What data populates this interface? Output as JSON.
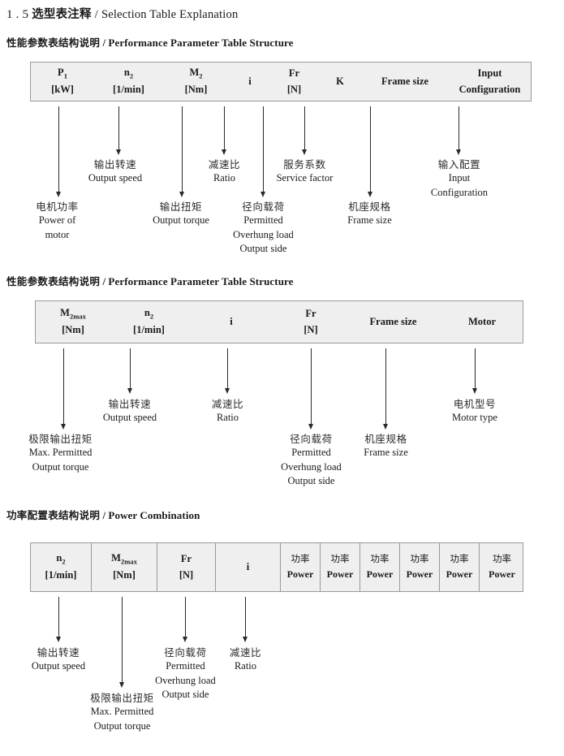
{
  "document": {
    "heading": {
      "number": "1 . 5",
      "cn": "选型表注释",
      "separator": "/",
      "en": "Selection Table Explanation"
    }
  },
  "sections": [
    {
      "title": {
        "cn": "性能参数表结构说明",
        "separator": "/",
        "en": "Performance Parameter Table Structure"
      },
      "table": {
        "divided": false,
        "columns": [
          {
            "symbol": "P",
            "sub": "1",
            "unit": "[kW]"
          },
          {
            "symbol": "n",
            "sub": "2",
            "unit": "[1/min]"
          },
          {
            "symbol": "M",
            "sub": "2",
            "unit": "[Nm]"
          },
          {
            "symbol": "i",
            "sub": "",
            "unit": ""
          },
          {
            "symbol": "Fr",
            "sub": "",
            "unit": "[N]"
          },
          {
            "symbol": "K",
            "sub": "",
            "unit": ""
          },
          {
            "symbol": "Frame size",
            "sub": "",
            "unit": ""
          },
          {
            "symbol": "Input",
            "sub": "",
            "unit": "Configuration"
          }
        ]
      },
      "notes": [
        {
          "cn": "电机功率",
          "en": [
            "Power of",
            "motor"
          ]
        },
        {
          "cn": "输出转速",
          "en": [
            "Output speed"
          ]
        },
        {
          "cn": "输出扭矩",
          "en": [
            "Output torque"
          ]
        },
        {
          "cn": "减速比",
          "en": [
            "Ratio"
          ]
        },
        {
          "cn": "径向载荷",
          "en": [
            "Permitted",
            "Overhung load",
            "Output side"
          ]
        },
        {
          "cn": "服务系数",
          "en": [
            "Service factor"
          ]
        },
        {
          "cn": "机座规格",
          "en": [
            "Frame size"
          ]
        },
        {
          "cn": "输入配置",
          "en": [
            "Input",
            "Configuration"
          ]
        }
      ]
    },
    {
      "title": {
        "cn": "性能参数表结构说明",
        "separator": "/",
        "en": "Performance Parameter Table Structure"
      },
      "table": {
        "divided": false,
        "columns": [
          {
            "symbol": "M",
            "sub": "2max",
            "unit": "[Nm]"
          },
          {
            "symbol": "n",
            "sub": "2",
            "unit": "[1/min]"
          },
          {
            "symbol": "i",
            "sub": "",
            "unit": ""
          },
          {
            "symbol": "Fr",
            "sub": "",
            "unit": "[N]"
          },
          {
            "symbol": "Frame size",
            "sub": "",
            "unit": ""
          },
          {
            "symbol": "Motor",
            "sub": "",
            "unit": ""
          }
        ]
      },
      "notes": [
        {
          "cn": "极限输出扭矩",
          "en": [
            "Max. Permitted",
            "Output  torque"
          ]
        },
        {
          "cn": "输出转速",
          "en": [
            "Output speed"
          ]
        },
        {
          "cn": "减速比",
          "en": [
            "Ratio"
          ]
        },
        {
          "cn": "径向载荷",
          "en": [
            "Permitted",
            "Overhung load",
            "Output side"
          ]
        },
        {
          "cn": "机座规格",
          "en": [
            "Frame size"
          ]
        },
        {
          "cn": "电机型号",
          "en": [
            "Motor type"
          ]
        }
      ]
    },
    {
      "title": {
        "cn": "功率配置表结构说明",
        "separator": "/",
        "en": "Power Combination"
      },
      "table": {
        "divided": true,
        "columns": [
          {
            "symbol": "n",
            "sub": "2",
            "unit": "[1/min]"
          },
          {
            "symbol": "M",
            "sub": "2max",
            "unit": "[Nm]"
          },
          {
            "symbol": "Fr",
            "sub": "",
            "unit": "[N]"
          },
          {
            "symbol": "i",
            "sub": "",
            "unit": ""
          },
          {
            "cn": "功率",
            "symbol": "",
            "sub": "",
            "unit": "Power"
          },
          {
            "cn": "功率",
            "symbol": "",
            "sub": "",
            "unit": "Power"
          },
          {
            "cn": "功率",
            "symbol": "",
            "sub": "",
            "unit": "Power"
          },
          {
            "cn": "功率",
            "symbol": "",
            "sub": "",
            "unit": "Power"
          },
          {
            "cn": "功率",
            "symbol": "",
            "sub": "",
            "unit": "Power"
          },
          {
            "cn": "功率",
            "symbol": "",
            "sub": "",
            "unit": "Power"
          }
        ]
      },
      "notes": [
        {
          "cn": "输出转速",
          "en": [
            "Output speed"
          ]
        },
        {
          "cn": "极限输出扭矩",
          "en": [
            "Max. Permitted",
            "Output  torque"
          ]
        },
        {
          "cn": "径向载荷",
          "en": [
            "Permitted",
            "Overhung load",
            "Output side"
          ]
        },
        {
          "cn": "减速比",
          "en": [
            "Ratio"
          ]
        }
      ]
    }
  ],
  "colors": {
    "table_fill": "#efefef",
    "table_border": "#9a9a9a",
    "arrow": "#2a2a2a",
    "text": "#1a1a1a"
  }
}
